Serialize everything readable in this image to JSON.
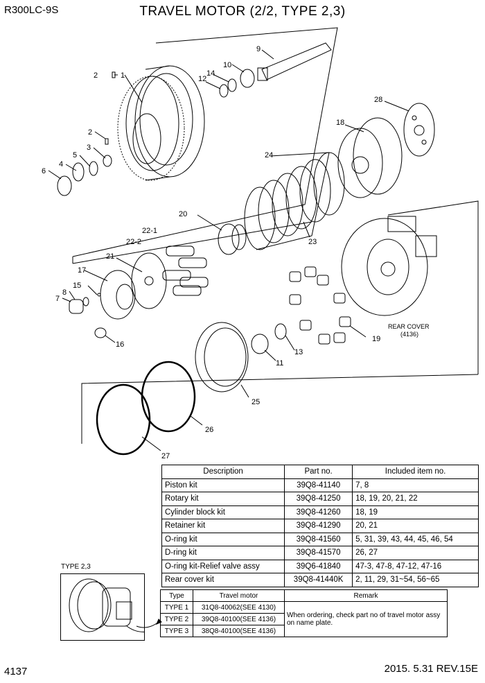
{
  "header": {
    "model": "R300LC-9S",
    "title": "TRAVEL MOTOR (2/2, TYPE 2,3)"
  },
  "diagram": {
    "callouts": [
      "1",
      "2",
      "2",
      "3",
      "4",
      "5",
      "6",
      "7",
      "8",
      "9",
      "10",
      "11",
      "12",
      "13",
      "14",
      "15",
      "16",
      "17",
      "18",
      "19",
      "20",
      "21",
      "22-1",
      "22-2",
      "23",
      "24",
      "25",
      "26",
      "27",
      "28"
    ],
    "rear_cover_label": "REAR COVER",
    "rear_cover_ref": "(4136)"
  },
  "kit_table": {
    "headers": [
      "Description",
      "Part no.",
      "Included item no."
    ],
    "rows": [
      [
        "Piston kit",
        "39Q8-41140",
        "7, 8"
      ],
      [
        "Rotary kit",
        "39Q8-41250",
        "18, 19, 20, 21, 22"
      ],
      [
        "Cylinder block kit",
        "39Q8-41260",
        "18, 19"
      ],
      [
        "Retainer kit",
        "39Q8-41290",
        "20, 21"
      ],
      [
        "O-ring kit",
        "39Q8-41560",
        "5, 31, 39, 43, 44, 45, 46, 54"
      ],
      [
        "D-ring kit",
        "39Q8-41570",
        "26, 27"
      ],
      [
        "O-ring kit-Relief valve assy",
        "39Q6-41840",
        "47-3, 47-8, 47-12, 47-16"
      ],
      [
        "Rear cover kit",
        "39Q8-41440K",
        "2, 11, 29, 31~54, 56~65"
      ]
    ]
  },
  "type_box": {
    "label": "TYPE 2,3"
  },
  "type_table": {
    "headers": [
      "Type",
      "Travel motor",
      "Remark"
    ],
    "rows": [
      [
        "TYPE 1",
        "31Q8-40062(SEE 4130)"
      ],
      [
        "TYPE 2",
        "39Q8-40100(SEE 4136)"
      ],
      [
        "TYPE 3",
        "38Q8-40100(SEE 4136)"
      ]
    ],
    "remark": "When ordering, check part no of travel motor assy on name plate."
  },
  "footer": {
    "page_number": "4137",
    "revision": "2015. 5.31  REV.15E"
  }
}
